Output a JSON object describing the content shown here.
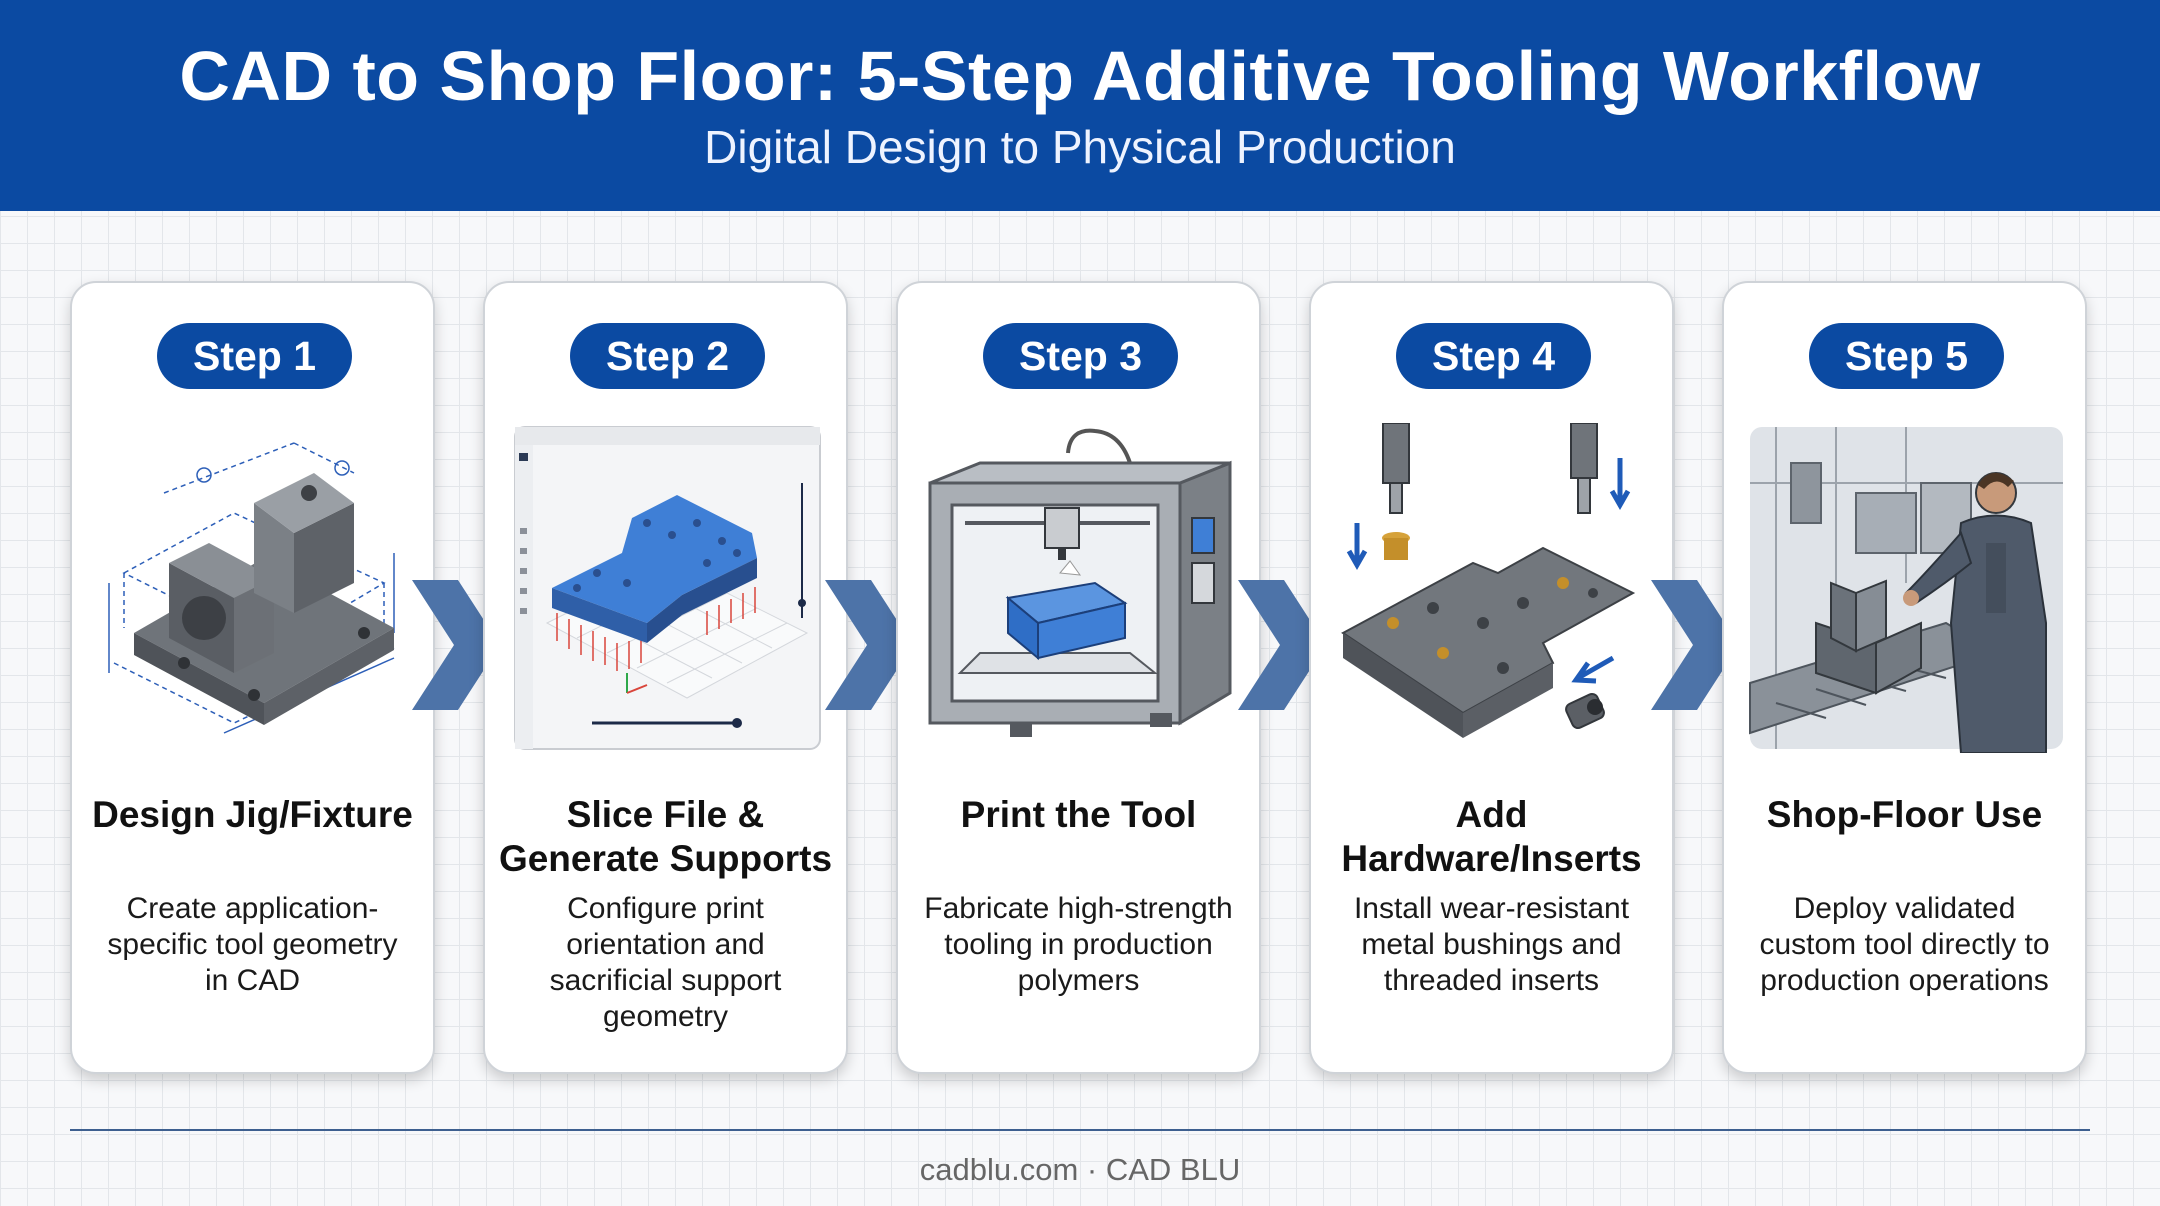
{
  "header": {
    "title": "CAD to Shop Floor: 5-Step Additive Tooling Workflow",
    "subtitle": "Digital Design to Physical Production"
  },
  "steps": [
    {
      "badge": "Step 1",
      "title": "Design Jig/Fixture",
      "description": "Create application-specific tool geometry in CAD",
      "icon": "cad-fixture-drawing-icon"
    },
    {
      "badge": "Step 2",
      "title": "Slice File & Generate Supports",
      "description": "Configure print orientation and sacrificial support geometry",
      "icon": "slicer-software-icon"
    },
    {
      "badge": "Step 3",
      "title": "Print the Tool",
      "description": "Fabricate high-strength tooling in production polymers",
      "icon": "3d-printer-icon"
    },
    {
      "badge": "Step 4",
      "title": "Add Hardware/Inserts",
      "description": "Install wear-resistant metal bushings and threaded inserts",
      "icon": "insert-installation-icon"
    },
    {
      "badge": "Step 5",
      "title": "Shop-Floor Use",
      "description": "Deploy validated custom tool directly to production operations",
      "icon": "shop-floor-worker-icon"
    }
  ],
  "footer": "cadblu.com · CAD BLU",
  "colors": {
    "header_blue": "#0b4aa2",
    "arrow_blue": "#4d73a8",
    "print_blue": "#3f7fd6",
    "support_red": "#d9453b"
  }
}
